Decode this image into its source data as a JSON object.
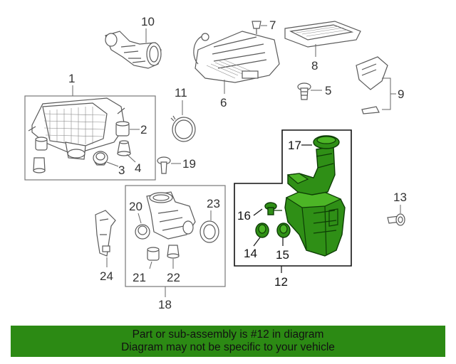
{
  "diagram": {
    "callouts": {
      "c1": "1",
      "c2": "2",
      "c3": "3",
      "c4": "4",
      "c5": "5",
      "c6": "6",
      "c7": "7",
      "c8": "8",
      "c9": "9",
      "c10": "10",
      "c11": "11",
      "c12": "12",
      "c13": "13",
      "c14": "14",
      "c15": "15",
      "c16": "16",
      "c17": "17",
      "c18": "18",
      "c19": "19",
      "c20": "20",
      "c21": "21",
      "c22": "22",
      "c23": "23",
      "c24": "24"
    },
    "highlight_color": "#2f8f16"
  },
  "footer": {
    "line1": "Part or sub-assembly is #12 in diagram",
    "line2": "Diagram may not be specific to your vehicle",
    "background": "#2c8a14"
  }
}
